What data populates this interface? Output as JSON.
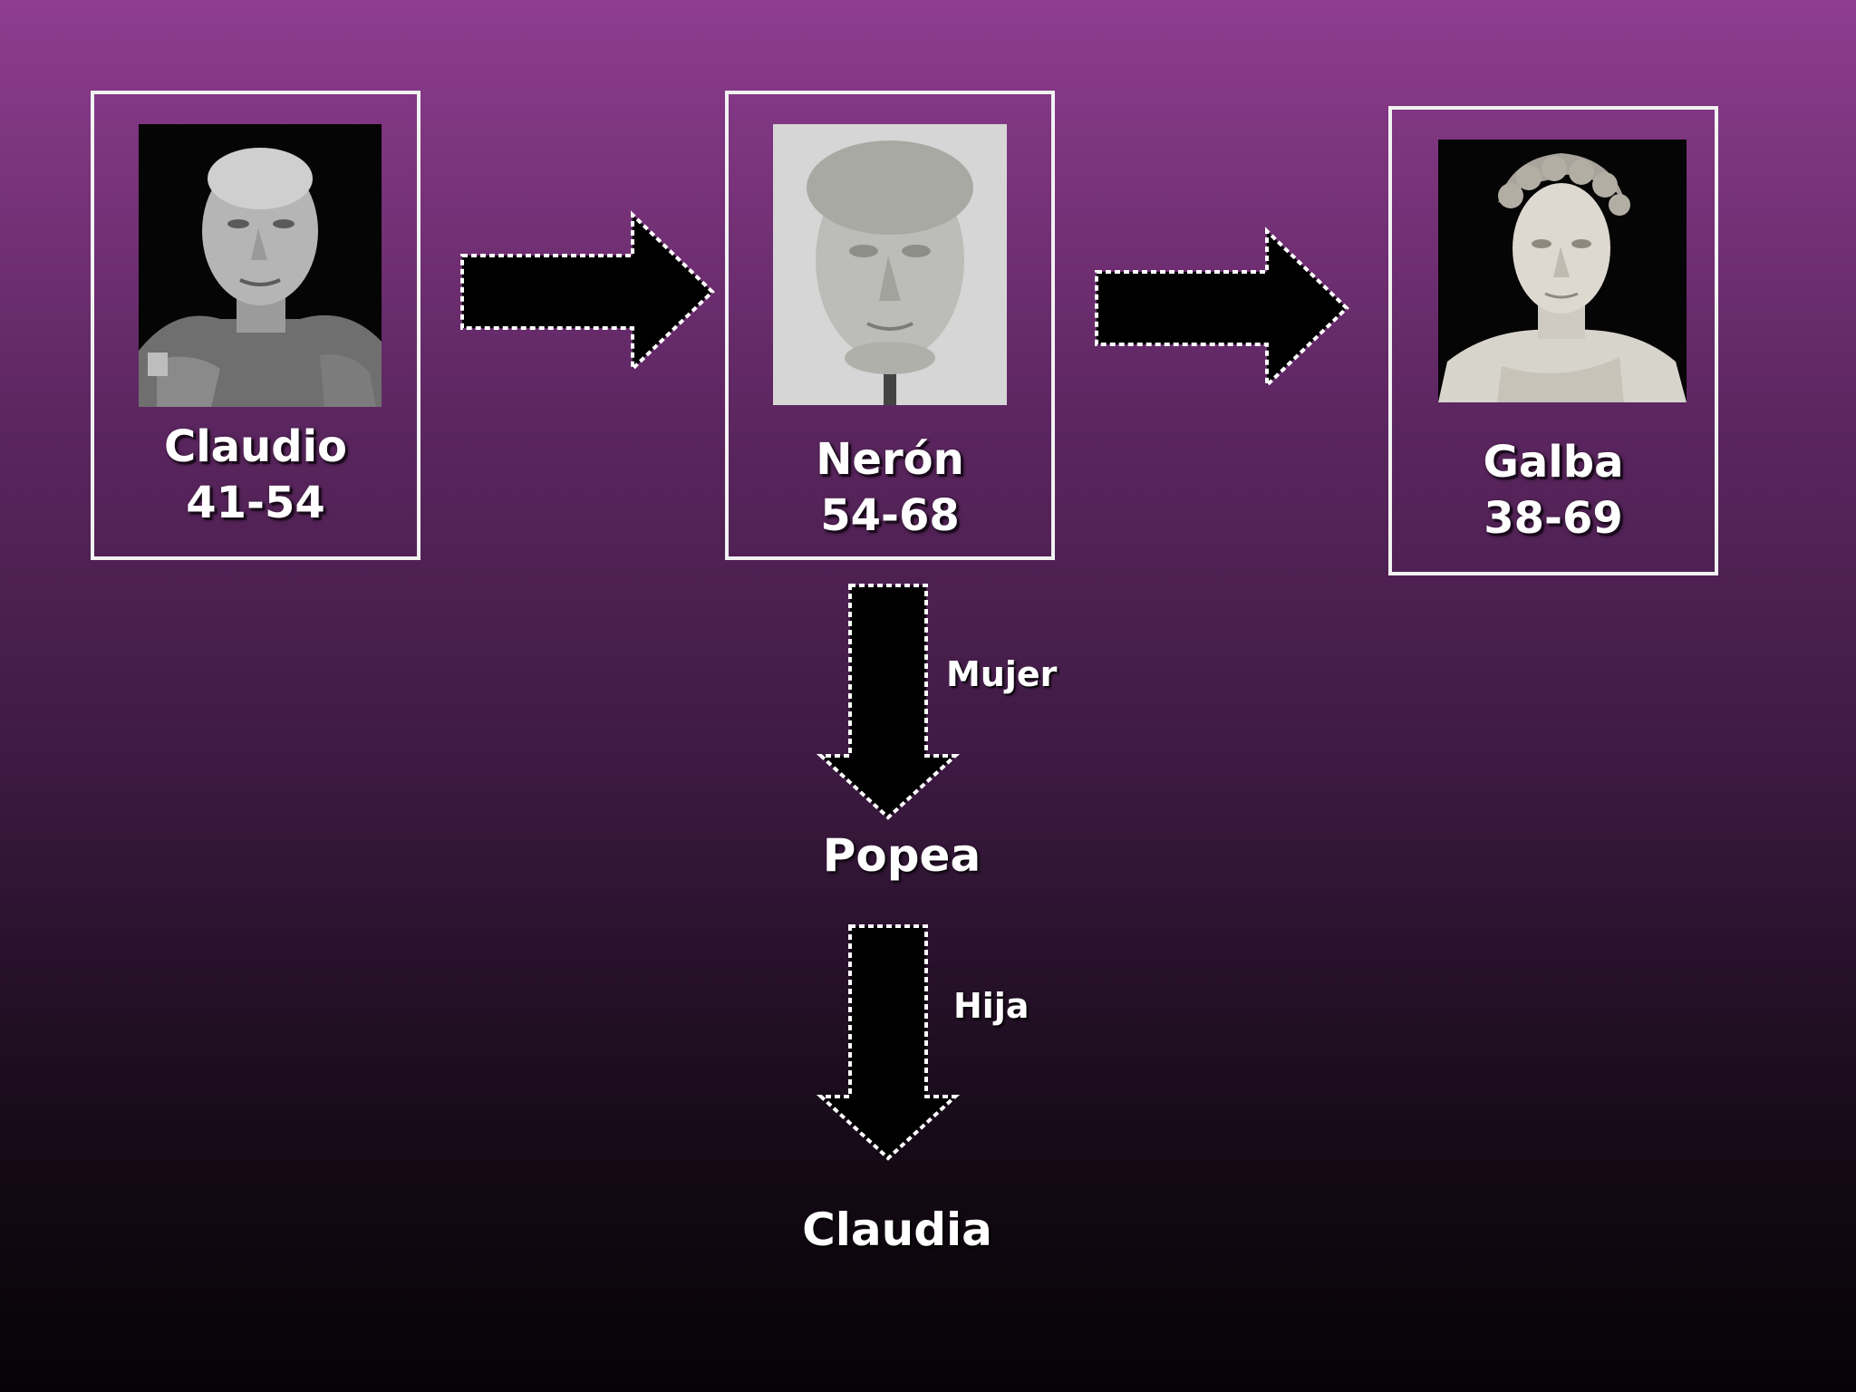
{
  "cards": [
    {
      "name": "Claudio",
      "years": "41-54"
    },
    {
      "name": "Nerón",
      "years": "54-68"
    },
    {
      "name": "Galba",
      "years": "38-69"
    }
  ],
  "relations": {
    "wife_label": "Mujer",
    "wife_name": "Popea",
    "daughter_label": "Hija",
    "daughter_name": "Claudia"
  },
  "colors": {
    "background_top": "#8e3d8f",
    "background_bottom": "#050305",
    "border": "#f2f2f2",
    "arrow_fill": "#000000"
  }
}
